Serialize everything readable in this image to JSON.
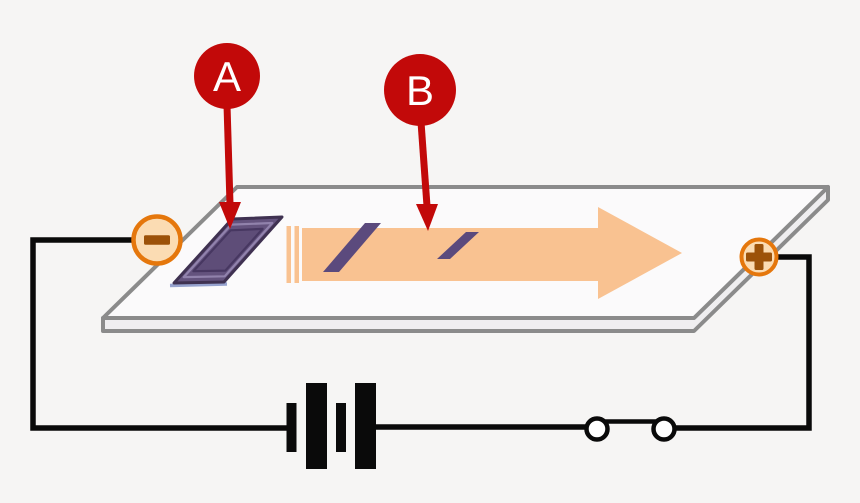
{
  "diagram": {
    "kind": "electrophoresis-plate-with-battery-circuit",
    "callout_a": {
      "label": "A"
    },
    "callout_b": {
      "label": "B"
    },
    "electrodes": {
      "negative": {
        "symbol": "−",
        "side": "left"
      },
      "positive": {
        "symbol": "+",
        "side": "right"
      }
    },
    "icons": {
      "negative_electrode": "minus-icon",
      "positive_electrode": "plus-icon",
      "battery": "battery-cells-icon",
      "switch": "switch-contacts-icon",
      "migration": "right-striped-arrow-icon"
    },
    "colors": {
      "background": "#F6F5F4",
      "callout_red": "#C20909",
      "callout_text": "#FFFFFF",
      "migration_arrow_peach": "#F9C291",
      "band_purple": "#5B4A7D",
      "well_fill": "#64537E",
      "well_border": "#3F3151",
      "well_rim_light": "#9182AC",
      "well_rim_dark": "#473761",
      "well_shadow_blue": "#96A2CE",
      "electrode_ring_orange": "#E5770C",
      "electrode_fill_peach": "#FBDCB3",
      "electrode_symbol_brown": "#9C5209",
      "plate_outline_gray": "#8B8B8B",
      "plate_face": "#FBFAFB",
      "plate_side": "#EFEEF0",
      "wire_black": "#0A0A0A"
    }
  }
}
